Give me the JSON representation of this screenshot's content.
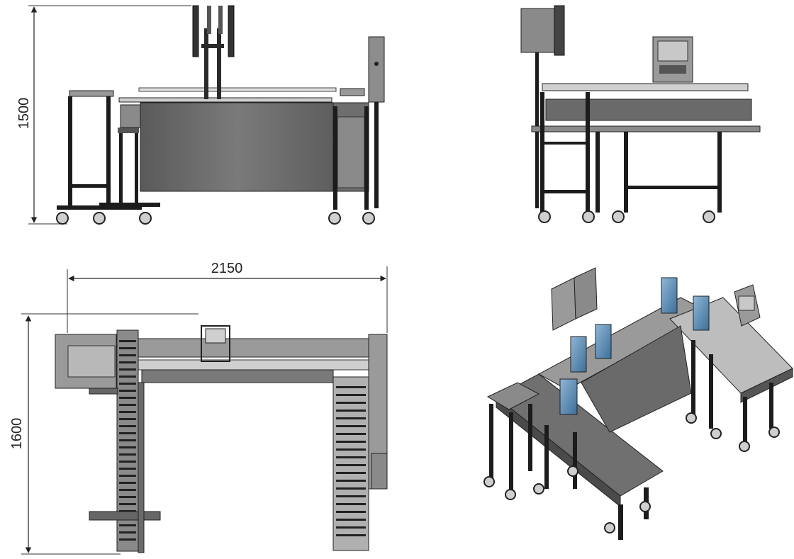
{
  "dimensions": {
    "height": "1500",
    "width": "2150",
    "depth": "1600"
  },
  "views": {
    "front": "front-elevation",
    "side": "side-elevation",
    "top": "plan-view",
    "iso": "isometric-view"
  },
  "colors": {
    "frame": "#1c1c1c",
    "panel": "#707070",
    "panel_dark": "#4a4a4a",
    "light": "#cfcfcf",
    "label_blue": "#4c7fa8",
    "line": "#333333"
  }
}
